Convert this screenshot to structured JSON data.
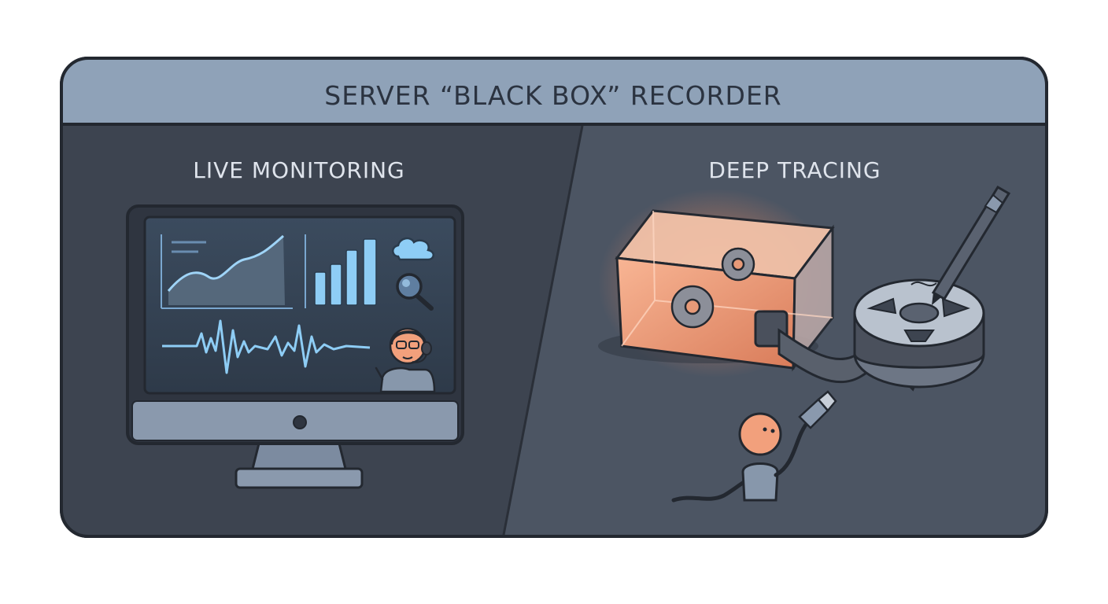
{
  "header": {
    "title": "SERVER “BLACK BOX” RECORDER"
  },
  "panels": {
    "left": {
      "heading": "LIVE MONITORING"
    },
    "right": {
      "heading": "DEEP TRACING"
    }
  },
  "colors": {
    "frame": "#2b303a",
    "title_bar": "#8fa2b8",
    "left_panel": "#3d4450",
    "right_panel": "#4c5563",
    "accent_blue": "#8ecdf5",
    "accent_orange": "#f49a70"
  }
}
